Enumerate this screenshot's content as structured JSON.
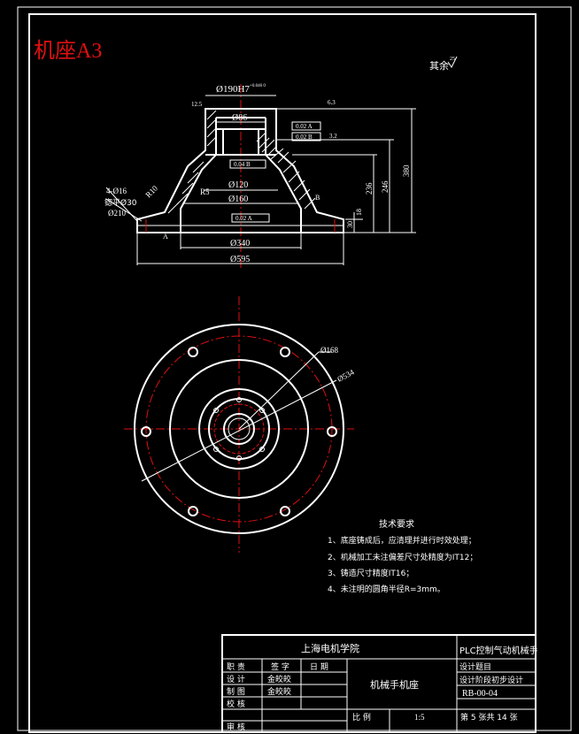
{
  "sheet": {
    "title_tag": "机座A3",
    "roughness_note": "其余",
    "roughness_value": "25"
  },
  "section_view": {
    "dims": {
      "d_top": "Ø190H7",
      "d_top_tol": "+0.046 0",
      "d_bore": "Ø86",
      "d_120": "Ø120",
      "d_160": "Ø160",
      "d_340": "Ø340",
      "d_595": "Ø595",
      "holes": "4-Ø16",
      "spot_face": "锪平Ø30",
      "ph_210": "Ø210",
      "r10": "R10",
      "r5": "R5",
      "h_236": "236",
      "h_246": "246",
      "h_380": "380",
      "h_18": "18",
      "h_30": "30",
      "gdt_1": "0.02 A",
      "gdt_2": "0.02 B",
      "gdt_3": "0.04 B",
      "gdt_4": "0.02 A",
      "rough_a": "12.5",
      "rough_b": "6.3",
      "rough_c": "3.2",
      "datum_a": "A",
      "datum_b": "B"
    }
  },
  "plan_view": {
    "d_168": "Ø168",
    "d_534": "Ø534"
  },
  "tech_requirements": {
    "heading": "技术要求",
    "items": [
      "1、底座铸成后，应清理并进行时效处理；",
      "2、机械加工未注偏差尺寸处精度为IT12；",
      "3、铸造尺寸精度IT16；",
      "4、未注明的圆角半径R=3mm。"
    ]
  },
  "title_block": {
    "school": "上海电机学院",
    "project": "PLC控制气动机械手",
    "part_name": "机械手机座",
    "drawing_no": "RB-00-04",
    "design_topic_1": "设计题目",
    "design_topic_2": "设计阶段初步设计",
    "sheet_info": "第 5 张共 14 张",
    "scale_label": "比 例",
    "scale_value": "1:5",
    "row_headers": [
      "职 责",
      "签 字",
      "日 期"
    ],
    "roles": [
      "设 计",
      "制 图",
      "校 核",
      "审 核"
    ],
    "names": [
      "金皎皎",
      "金皎皎"
    ]
  }
}
